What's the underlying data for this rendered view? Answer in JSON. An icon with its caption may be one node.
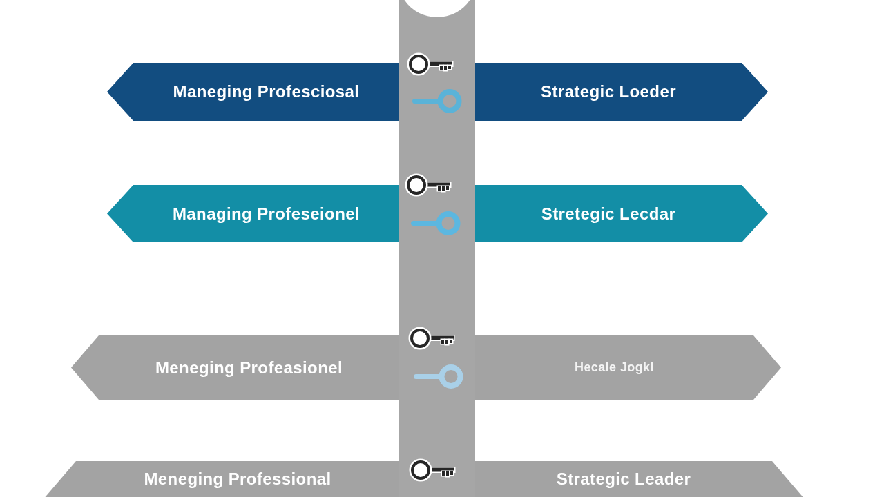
{
  "diagram": {
    "nodes": [
      {
        "text": [
          "Maneging Profesciosal"
        ]
      },
      {
        "text": [
          "Strategic Loeder"
        ]
      },
      {
        "text": [
          "Managing Profeseionel"
        ]
      },
      {
        "text": [
          "Stretegic Lecdar"
        ]
      },
      {
        "text": [
          "Meneging Profeasionel"
        ]
      },
      {
        "text": [
          "Hecale Jogki"
        ]
      },
      {
        "text": [
          "Meneging Professional"
        ]
      },
      {
        "text": [
          "Strategic Leader"
        ]
      }
    ]
  }
}
